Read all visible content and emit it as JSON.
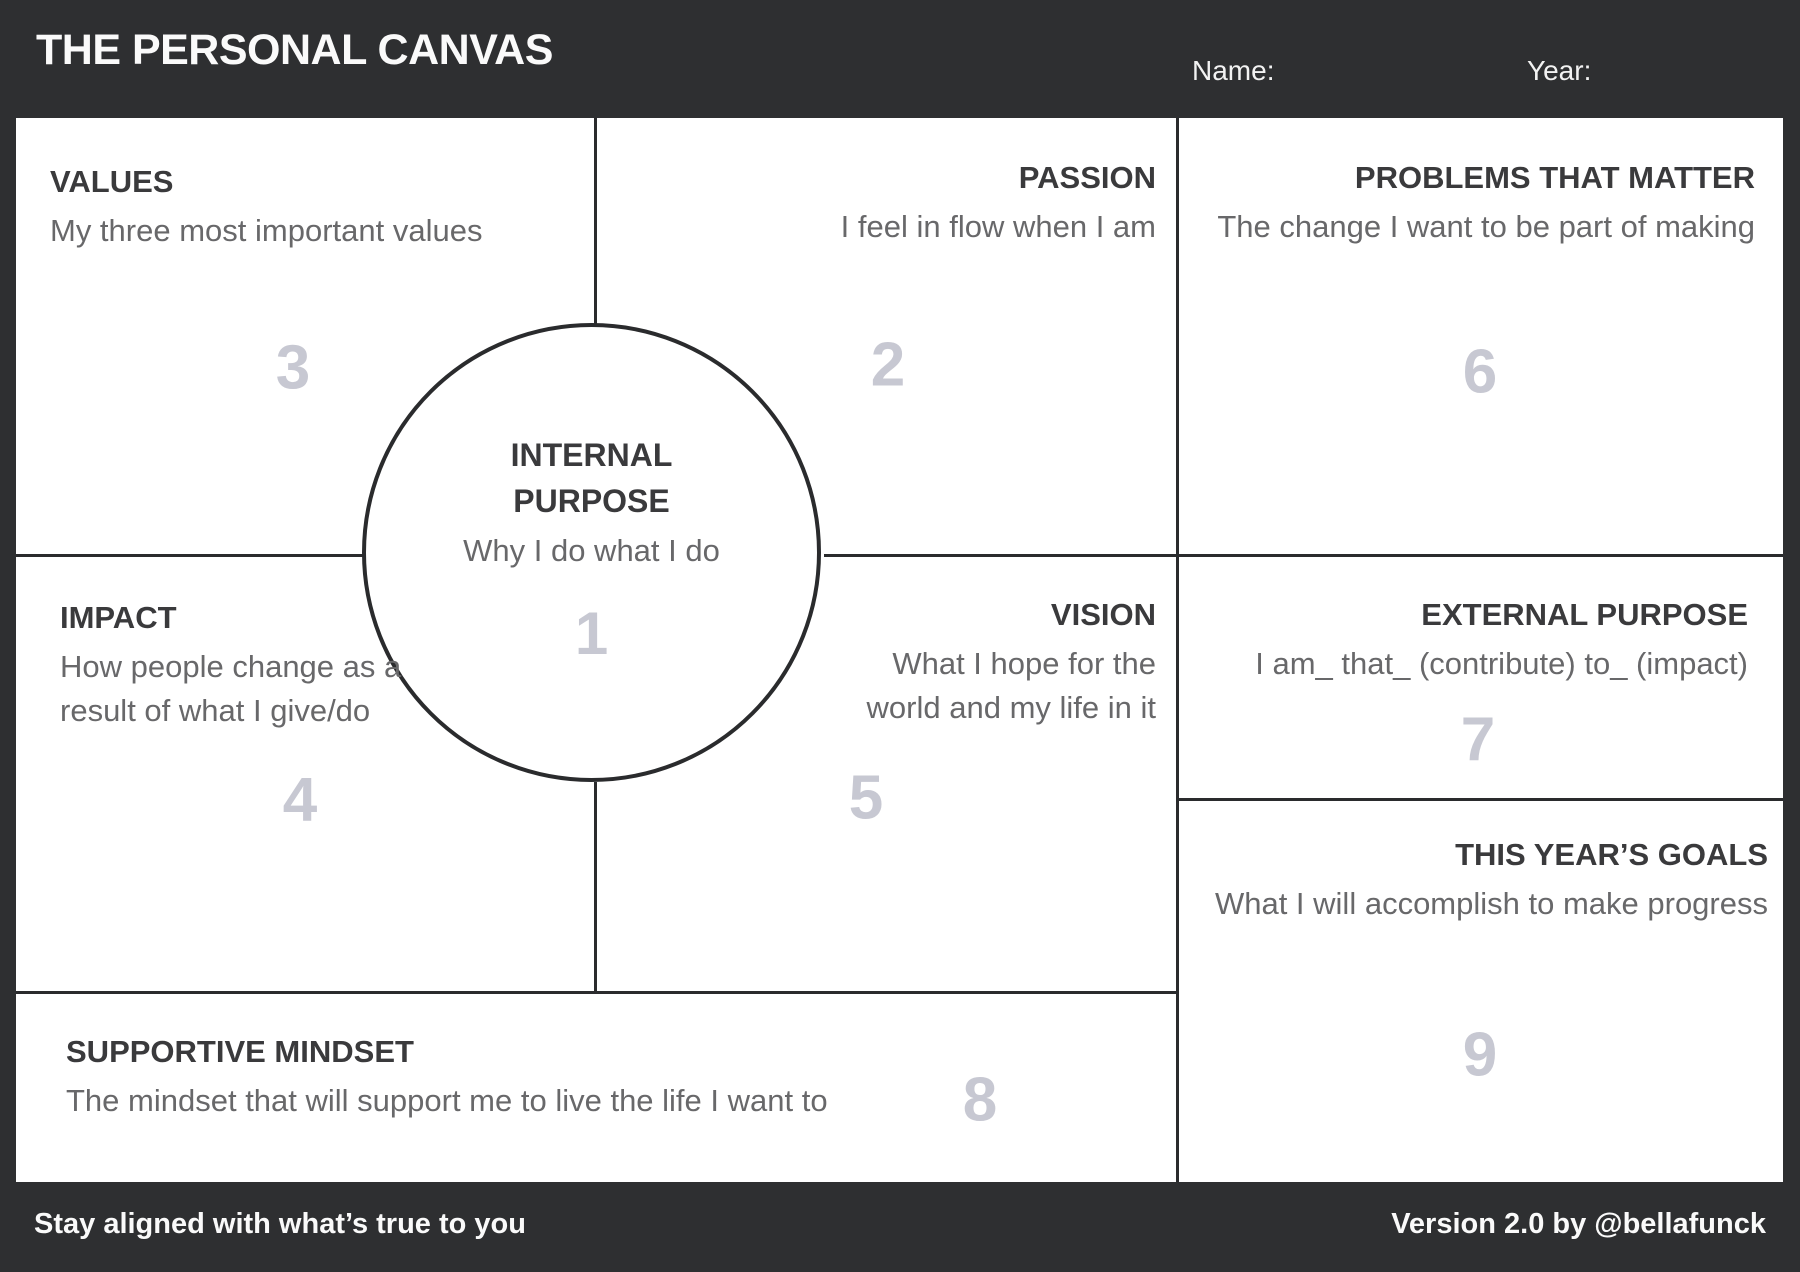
{
  "header": {
    "title": "THE PERSONAL CANVAS",
    "name_label": "Name:",
    "year_label": "Year:"
  },
  "center": {
    "title_line1": "INTERNAL",
    "title_line2": "PURPOSE",
    "subtitle": "Why I do what I do",
    "number": "1"
  },
  "sections": {
    "values": {
      "title": "VALUES",
      "subtitle": "My three most important values",
      "number": "3"
    },
    "passion": {
      "title": "PASSION",
      "subtitle": "I feel in flow when I am",
      "number": "2"
    },
    "problems": {
      "title": "PROBLEMS THAT MATTER",
      "subtitle": "The change I want to be part of making",
      "number": "6"
    },
    "impact": {
      "title": "IMPACT",
      "subtitle": "How people change as a result of what I give/do",
      "number": "4"
    },
    "vision": {
      "title": "VISION",
      "subtitle": "What I hope for the world and my life in it",
      "number": "5"
    },
    "external": {
      "title": "EXTERNAL PURPOSE",
      "subtitle": "I am_ that_ (contribute) to_ (impact)",
      "number": "7"
    },
    "mindset": {
      "title": "SUPPORTIVE MINDSET",
      "subtitle": "The mindset that will support me to live the life I want to",
      "number": "8"
    },
    "goals": {
      "title": "THIS YEAR’S GOALS",
      "subtitle": "What I will accomplish to make progress",
      "number": "9"
    }
  },
  "footer": {
    "tagline": "Stay aligned with what’s true to you",
    "version": "Version 2.0 by @bellafunck"
  },
  "colors": {
    "background": "#2e2f31",
    "canvas": "#ffffff",
    "line": "#2a2b2d",
    "heading_text": "#3a3a3c",
    "subtitle_text": "#68686a",
    "number_text": "#c7c8d2",
    "header_text": "#fafafa"
  }
}
